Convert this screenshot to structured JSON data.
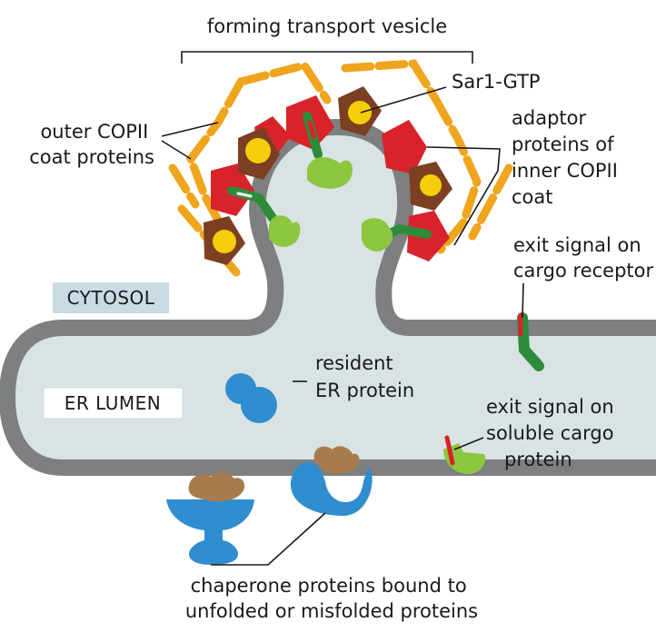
{
  "labels": {
    "forming_vesicle": "forming transport vesicle",
    "sar1": "Sar1-GTP",
    "outer_coat": [
      "outer COPII",
      "coat proteins"
    ],
    "adaptor": [
      "adaptor",
      "proteins of",
      "inner COPII",
      "coat"
    ],
    "exit_receptor": [
      "exit signal on",
      "cargo receptor"
    ],
    "cytosol": "CYTOSOL",
    "er_lumen": "ER LUMEN",
    "resident": [
      "resident",
      "ER protein"
    ],
    "exit_soluble": [
      "exit signal on",
      "soluble cargo",
      "protein"
    ],
    "chaperone": [
      "chaperone proteins bound to",
      "unfolded or misfolded proteins"
    ]
  },
  "colors": {
    "lumen": "#d9e3e3",
    "membrane": "#7d7f81",
    "coat_outer": "#f0a51e",
    "coat_red": "#d8232a",
    "sar1_brown": "#7c3f22",
    "sar1_yellow": "#f5cd0b",
    "adaptor_green": "#2e8b3b",
    "light_green": "#8dc63f",
    "signal_red": "#d8232a",
    "chaperone_blue": "#2f8ecf",
    "unfolded_tan": "#a77b4d",
    "tag_box": "#c9dce6"
  }
}
